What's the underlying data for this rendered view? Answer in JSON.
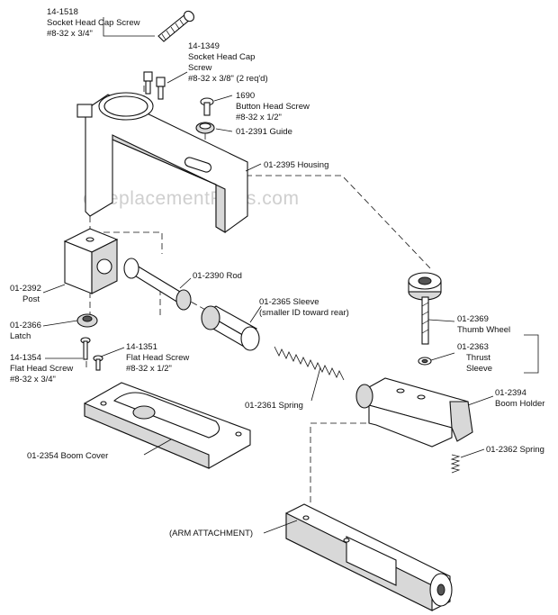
{
  "watermark": "eReplacementParts.com",
  "labels": {
    "p14_1518": [
      "14-1518",
      "Socket Head Cap Screw",
      "#8-32 x 3/4\""
    ],
    "p14_1349": [
      "14-1349",
      "Socket Head Cap",
      "Screw",
      "#8-32 x 3/8\" (2 req'd)"
    ],
    "p1690": [
      "1690",
      "Button Head Screw",
      "#8-32 x 1/2\""
    ],
    "p01_2391": [
      "01-2391 Guide"
    ],
    "p01_2395": [
      "01-2395 Housing"
    ],
    "p01_2392": [
      "01-2392",
      "Post"
    ],
    "p01_2390": [
      "01-2390 Rod"
    ],
    "p01_2365": [
      "01-2365 Sleeve",
      "(smaller ID toward rear)"
    ],
    "p01_2366": [
      "01-2366",
      "Latch"
    ],
    "p14_1354": [
      "14-1354",
      "Flat Head Screw",
      "#8-32 x 3/4\""
    ],
    "p14_1351": [
      "14-1351",
      "Flat Head Screw",
      "#8-32 x 1/2\""
    ],
    "p01_2361": [
      "01-2361 Spring"
    ],
    "p01_2369": [
      "01-2369",
      "Thumb Wheel"
    ],
    "p01_2363": [
      "01-2363",
      "Thrust",
      "Sleeve"
    ],
    "p01_2394": [
      "01-2394",
      "Boom Holder"
    ],
    "p01_2354": [
      "01-2354 Boom Cover"
    ],
    "p01_2362": [
      "01-2362 Spring"
    ],
    "arm": [
      "(ARM ATTACHMENT)"
    ]
  }
}
